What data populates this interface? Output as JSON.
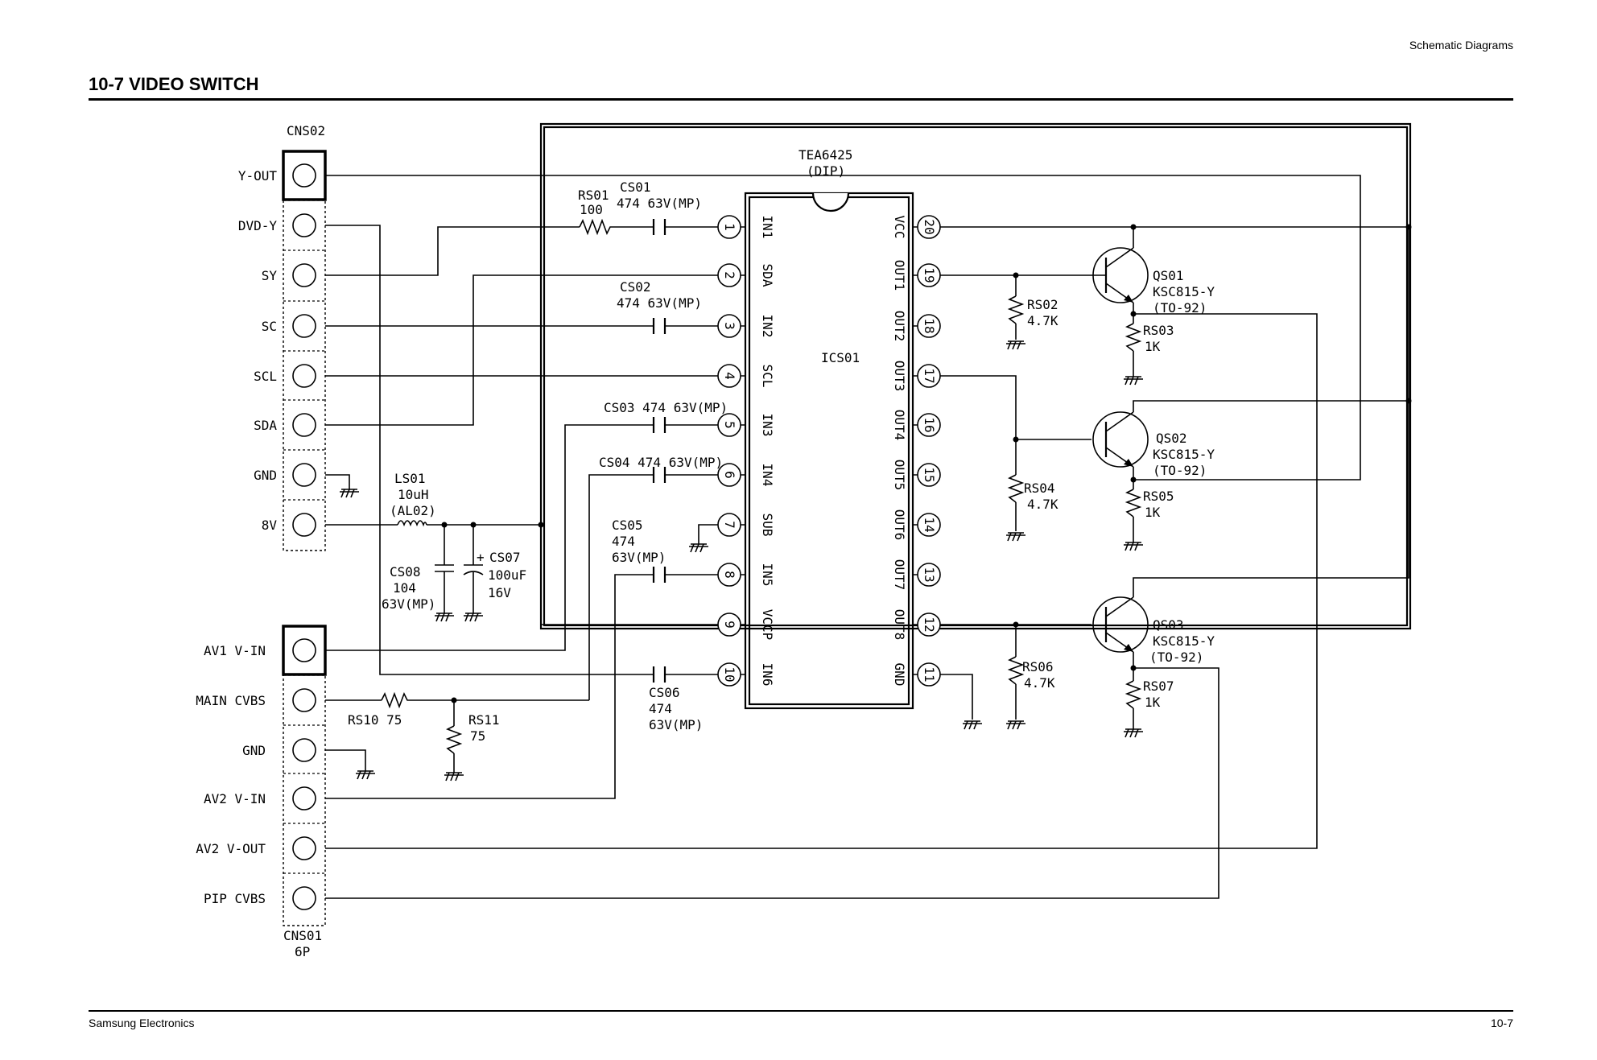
{
  "header": {
    "section": "Schematic Diagrams",
    "title": "10-7 VIDEO SWITCH"
  },
  "footer": {
    "company": "Samsung Electronics",
    "page": "10-7"
  },
  "connectors": {
    "cns02": {
      "ref": "CNS02",
      "pins": [
        "Y-OUT",
        "DVD-Y",
        "SY",
        "SC",
        "SCL",
        "SDA",
        "GND",
        "8V"
      ]
    },
    "cns01": {
      "ref": "CNS01",
      "type": "6P",
      "pins": [
        "AV1 V-IN",
        "MAIN CVBS",
        "GND",
        "AV2 V-IN",
        "AV2 V-OUT",
        "PIP CVBS"
      ]
    }
  },
  "ic": {
    "part": "TEA6425",
    "package": "(DIP)",
    "ref": "ICS01",
    "left_pins": [
      {
        "num": "1",
        "name": "IN1"
      },
      {
        "num": "2",
        "name": "SDA"
      },
      {
        "num": "3",
        "name": "IN2"
      },
      {
        "num": "4",
        "name": "SCL"
      },
      {
        "num": "5",
        "name": "IN3"
      },
      {
        "num": "6",
        "name": "IN4"
      },
      {
        "num": "7",
        "name": "SUB"
      },
      {
        "num": "8",
        "name": "IN5"
      },
      {
        "num": "9",
        "name": "VCCP"
      },
      {
        "num": "10",
        "name": "IN6"
      }
    ],
    "right_pins": [
      {
        "num": "20",
        "name": "VCC"
      },
      {
        "num": "19",
        "name": "OUT1"
      },
      {
        "num": "18",
        "name": "OUT2"
      },
      {
        "num": "17",
        "name": "OUT3"
      },
      {
        "num": "16",
        "name": "OUT4"
      },
      {
        "num": "15",
        "name": "OUT5"
      },
      {
        "num": "14",
        "name": "OUT6"
      },
      {
        "num": "13",
        "name": "OUT7"
      },
      {
        "num": "12",
        "name": "OUT8"
      },
      {
        "num": "11",
        "name": "GND"
      }
    ]
  },
  "components": {
    "rs01": {
      "ref": "RS01",
      "value": "100"
    },
    "cs01": {
      "ref": "CS01",
      "value": "474 63V(MP)"
    },
    "cs02": {
      "ref": "CS02",
      "value": "474 63V(MP)"
    },
    "cs03": {
      "label": "CS03 474 63V(MP)"
    },
    "cs04": {
      "label": "CS04 474 63V(MP)"
    },
    "cs05": {
      "ref": "CS05",
      "value": "474",
      "rating": "63V(MP)"
    },
    "cs06": {
      "ref": "CS06",
      "value": "474",
      "rating": "63V(MP)"
    },
    "ls01": {
      "ref": "LS01",
      "value": "10uH",
      "part": "(AL02)"
    },
    "cs08": {
      "ref": "CS08",
      "value": "104",
      "rating": "63V(MP)"
    },
    "cs07": {
      "ref": "CS07",
      "value": "100uF",
      "rating": "16V",
      "polarity": "+"
    },
    "rs10": {
      "label": "RS10 75"
    },
    "rs11": {
      "ref": "RS11",
      "value": "75"
    },
    "rs02": {
      "ref": "RS02",
      "value": "4.7K"
    },
    "rs03": {
      "ref": "RS03",
      "value": "1K"
    },
    "rs04": {
      "ref": "RS04",
      "value": "4.7K"
    },
    "rs05": {
      "ref": "RS05",
      "value": "1K"
    },
    "rs06": {
      "ref": "RS06",
      "value": "4.7K"
    },
    "rs07": {
      "ref": "RS07",
      "value": "1K"
    },
    "qs01": {
      "ref": "QS01",
      "part": "KSC815-Y",
      "package": "(TO-92)"
    },
    "qs02": {
      "ref": "QS02",
      "part": "KSC815-Y",
      "package": "(TO-92)"
    },
    "qs03": {
      "ref": "QS03",
      "part": "KSC815-Y",
      "package": "(TO-92)"
    }
  }
}
